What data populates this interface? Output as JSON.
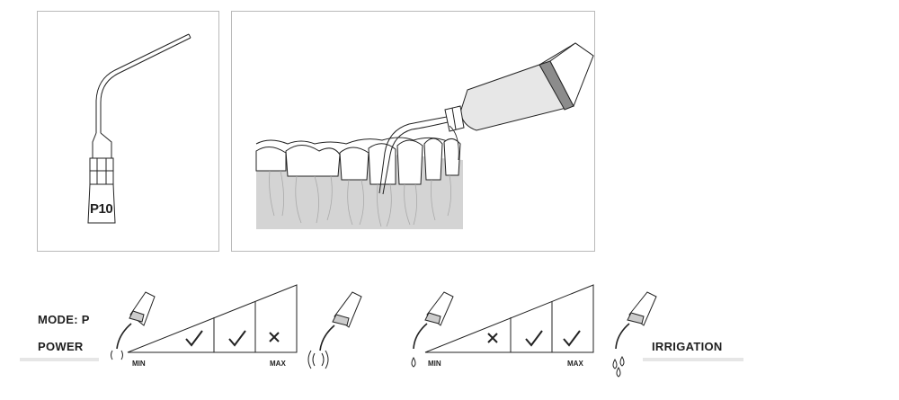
{
  "tip": {
    "model": "P10"
  },
  "settings": {
    "mode_label": "MODE: P",
    "power": {
      "label": "POWER",
      "min_label": "MIN",
      "max_label": "MAX",
      "levels": [
        "check",
        "check",
        "cross"
      ]
    },
    "irrigation": {
      "label": "IRRIGATION",
      "min_label": "MIN",
      "max_label": "MAX",
      "levels": [
        "cross",
        "check",
        "check"
      ]
    }
  },
  "colors": {
    "gum": "#d4d4d4",
    "line": "#222222",
    "panel_border": "#b9b9b9",
    "bar": "#e6e6e6"
  }
}
